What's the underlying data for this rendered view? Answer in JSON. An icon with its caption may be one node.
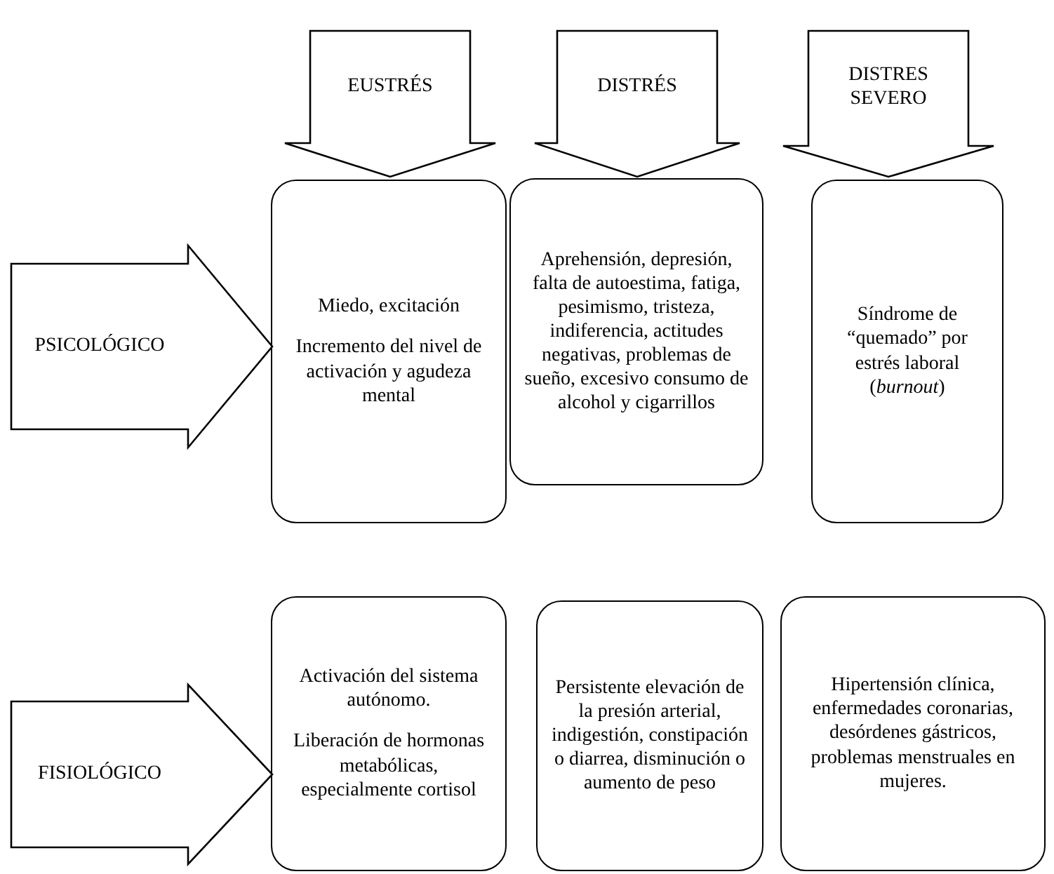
{
  "diagram": {
    "nodes": [
      {
        "text": [
          "EUSTRÉS"
        ]
      },
      {
        "text": [
          "DISTRÉS"
        ]
      },
      {
        "text": [
          "DISTRES SEVERO"
        ]
      },
      {
        "text": [
          "PSICOLÓGICO"
        ]
      },
      {
        "text": [
          "Miedo, excitación",
          "Incremento del nivel de activación y agudeza mental"
        ]
      },
      {
        "text": [
          "Aprehensión, depresión, falta de autoestima, fatiga, pesimismo, tristeza, indiferencia, actitudes negativas, problemas de sueño, excesivo consumo de alcohol y cigarrillos"
        ]
      },
      {
        "text": [
          "Síndrome de “quemado” por estrés laboral (*burnout*)"
        ]
      },
      {
        "text": [
          "FISIOLÓGICO"
        ]
      },
      {
        "text": [
          "Activación del sistema autónomo.",
          "Liberación de hormonas metabólicas, especialmente cortisol"
        ]
      },
      {
        "text": [
          "Persistente elevación de la presión arterial, indigestión, constipación o diarrea, disminución o aumento de peso"
        ]
      },
      {
        "text": [
          "Hipertensión clínica, enfermedades coronarias, desórdenes gástricos, problemas menstruales en mujeres."
        ]
      }
    ]
  }
}
